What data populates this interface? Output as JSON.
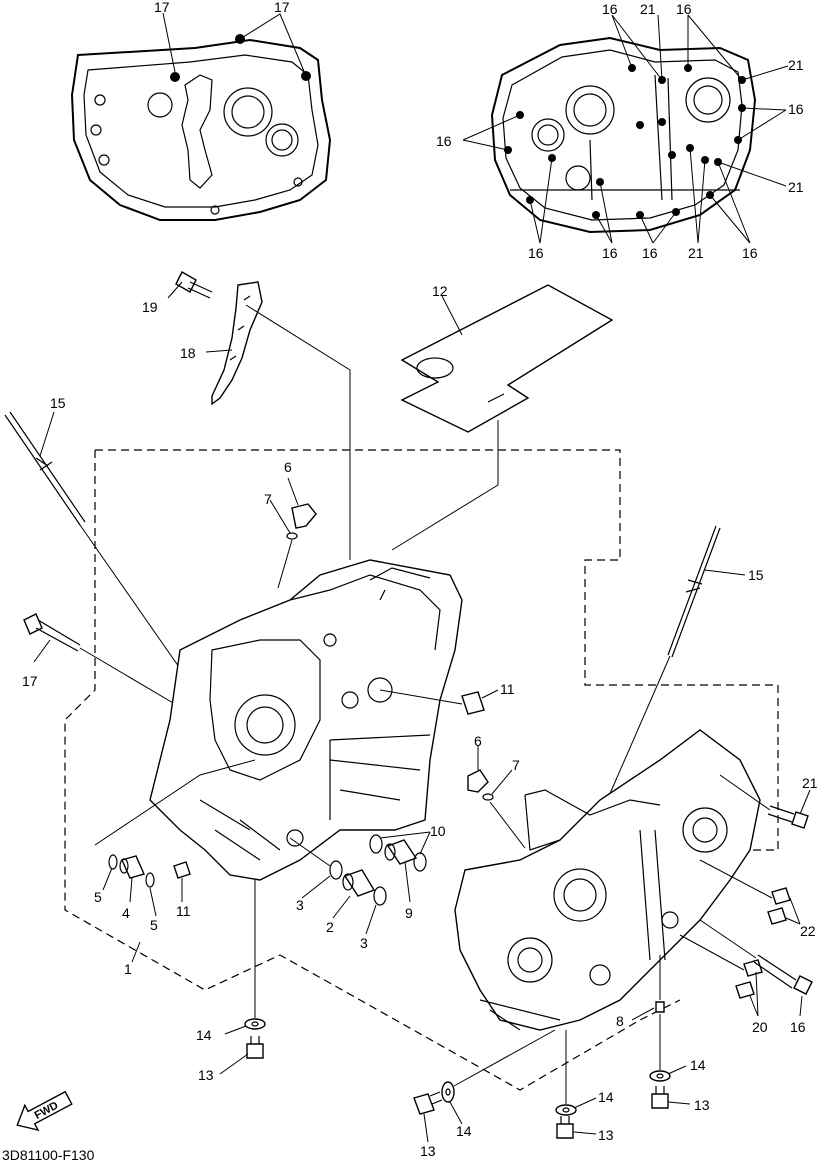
{
  "diagram": {
    "code": "3D81100-F130",
    "fwd_label": "FWD",
    "callouts": [
      {
        "id": "c17a",
        "text": "17"
      },
      {
        "id": "c17b",
        "text": "17"
      },
      {
        "id": "c16a",
        "text": "16"
      },
      {
        "id": "c21a",
        "text": "21"
      },
      {
        "id": "c16b",
        "text": "16"
      },
      {
        "id": "c21b",
        "text": "21"
      },
      {
        "id": "c16c",
        "text": "16"
      },
      {
        "id": "c16d",
        "text": "16"
      },
      {
        "id": "c21c",
        "text": "21"
      },
      {
        "id": "c16e",
        "text": "16"
      },
      {
        "id": "c16f",
        "text": "16"
      },
      {
        "id": "c16g",
        "text": "16"
      },
      {
        "id": "c21d",
        "text": "21"
      },
      {
        "id": "c16h",
        "text": "16"
      },
      {
        "id": "c12",
        "text": "12"
      },
      {
        "id": "c19",
        "text": "19"
      },
      {
        "id": "c18",
        "text": "18"
      },
      {
        "id": "c15a",
        "text": "15"
      },
      {
        "id": "c6a",
        "text": "6"
      },
      {
        "id": "c7a",
        "text": "7"
      },
      {
        "id": "c15b",
        "text": "15"
      },
      {
        "id": "c17c",
        "text": "17"
      },
      {
        "id": "c11a",
        "text": "11"
      },
      {
        "id": "c6b",
        "text": "6"
      },
      {
        "id": "c7b",
        "text": "7"
      },
      {
        "id": "c10",
        "text": "10"
      },
      {
        "id": "c21e",
        "text": "21"
      },
      {
        "id": "c5a",
        "text": "5"
      },
      {
        "id": "c4",
        "text": "4"
      },
      {
        "id": "c5b",
        "text": "5"
      },
      {
        "id": "c11b",
        "text": "11"
      },
      {
        "id": "c3a",
        "text": "3"
      },
      {
        "id": "c2",
        "text": "2"
      },
      {
        "id": "c3b",
        "text": "3"
      },
      {
        "id": "c9",
        "text": "9"
      },
      {
        "id": "c22",
        "text": "22"
      },
      {
        "id": "c1",
        "text": "1"
      },
      {
        "id": "c20",
        "text": "20"
      },
      {
        "id": "c16i",
        "text": "16"
      },
      {
        "id": "c8",
        "text": "8"
      },
      {
        "id": "c14a",
        "text": "14"
      },
      {
        "id": "c13a",
        "text": "13"
      },
      {
        "id": "c14b",
        "text": "14"
      },
      {
        "id": "c14c",
        "text": "14"
      },
      {
        "id": "c13b",
        "text": "13"
      },
      {
        "id": "c13c",
        "text": "13"
      },
      {
        "id": "c14d",
        "text": "14"
      },
      {
        "id": "c13d",
        "text": "13"
      }
    ]
  }
}
